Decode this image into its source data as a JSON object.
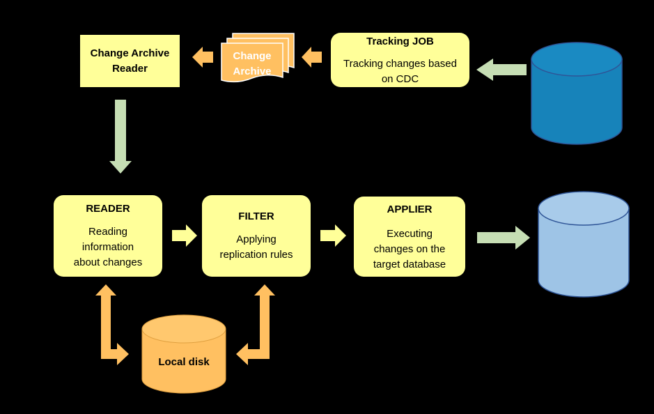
{
  "colors": {
    "background": "#000000",
    "box_fill": "#FFFF99",
    "orange": "#FFC061",
    "green_arrow": "#C6DEB4",
    "source_db": "#1783BA",
    "target_db": "#9EC4E6"
  },
  "nodes": {
    "change_archive_reader": {
      "title": "Change Archive Reader"
    },
    "change_archive": {
      "title": "Change Archive"
    },
    "tracking_job": {
      "title": "Tracking JOB",
      "desc": "Tracking changes based on CDC"
    },
    "reader": {
      "title": "READER",
      "desc": "Reading information about changes"
    },
    "filter": {
      "title": "FILTER",
      "desc": "Applying replication rules"
    },
    "applier": {
      "title": "APPLIER",
      "desc": "Executing changes on the target database"
    },
    "local_disk": {
      "title": "Local disk"
    }
  },
  "edges": [
    {
      "from": "source-db",
      "to": "tracking-job"
    },
    {
      "from": "tracking-job",
      "to": "change-archive"
    },
    {
      "from": "change-archive",
      "to": "change-archive-reader"
    },
    {
      "from": "change-archive-reader",
      "to": "reader"
    },
    {
      "from": "reader",
      "to": "filter"
    },
    {
      "from": "filter",
      "to": "applier"
    },
    {
      "from": "applier",
      "to": "target-db"
    },
    {
      "from": "reader",
      "to": "local-disk",
      "bidirectional": true
    },
    {
      "from": "filter",
      "to": "local-disk",
      "bidirectional": true
    }
  ]
}
